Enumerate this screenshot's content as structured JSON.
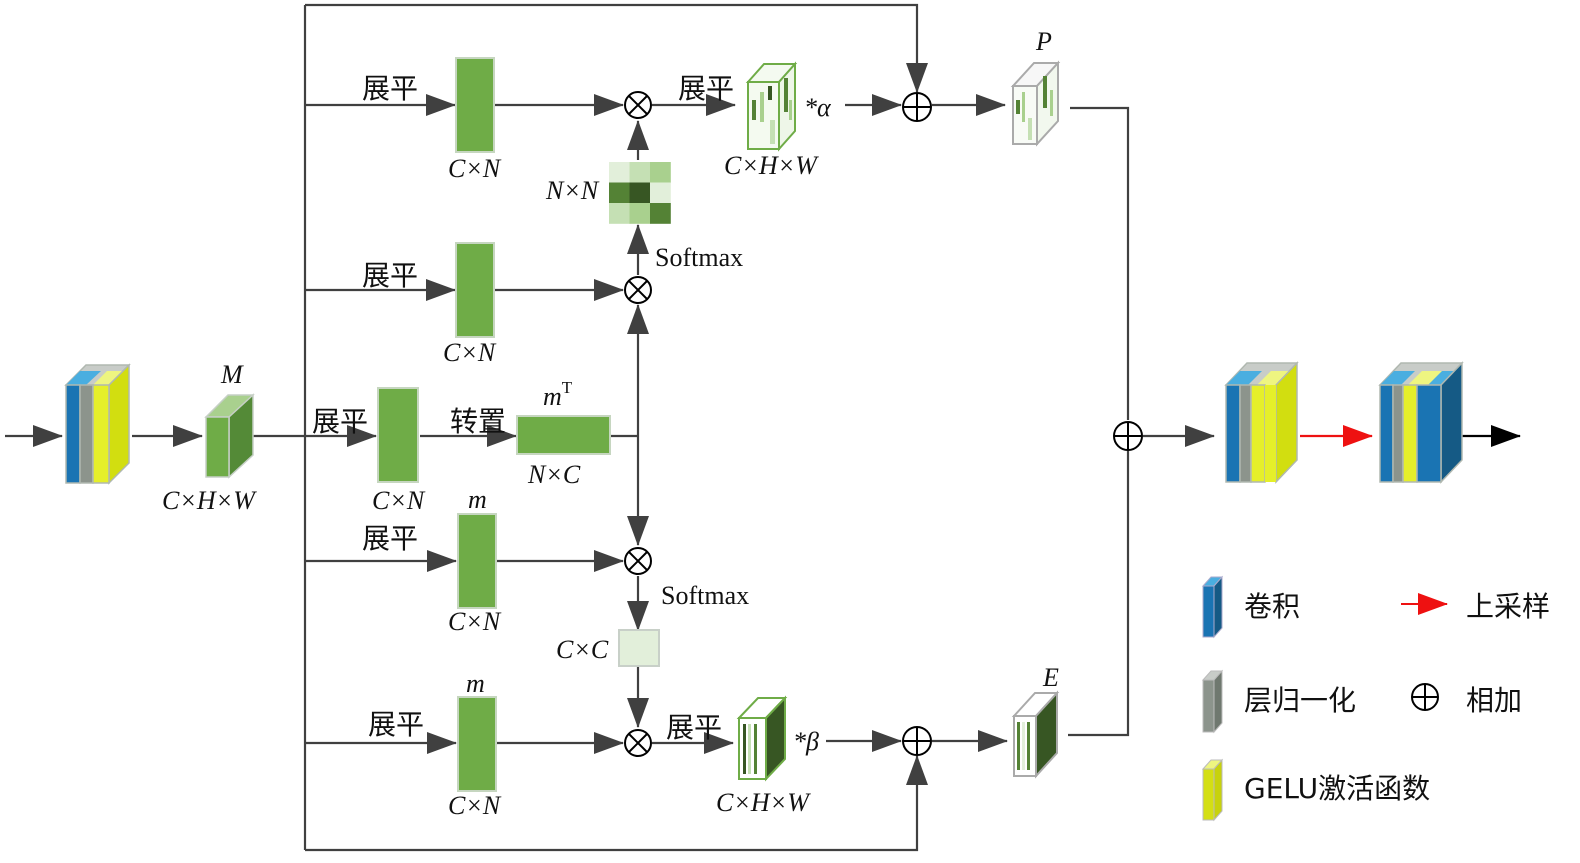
{
  "figure": {
    "type": "attention-module-architecture"
  },
  "labels": {
    "flatten": "展平",
    "transpose": "转置",
    "softmax": "Softmax",
    "M": "M",
    "P": "P",
    "E": "E",
    "m": "m",
    "mT_base": "m",
    "mT_sup": "T",
    "CxHxW": "C×H×W",
    "CxN": "C×N",
    "NxC": "N×C",
    "NxN": "N×N",
    "CxC": "C×C",
    "alpha": "*α",
    "beta": "*β"
  },
  "legend": {
    "items": [
      {
        "icon": "conv-block-icon",
        "label": "卷积",
        "color": "#1a6fa8"
      },
      {
        "icon": "layernorm-block-icon",
        "label": "层归一化",
        "color": "#8c948c"
      },
      {
        "icon": "gelu-block-icon",
        "label": "GELU激活函数",
        "color": "#d4df14"
      },
      {
        "icon": "red-arrow-icon",
        "label": "上采样",
        "color": "#ee1111"
      },
      {
        "icon": "add-circle-icon",
        "label": "相加",
        "color": "#111111"
      }
    ]
  },
  "colors": {
    "green": "#6fac47",
    "green_dark": "#548a37",
    "green_light": "#a9d08e",
    "blue": "#1a74b3",
    "blue_top": "#4aaee0",
    "blue_dark": "#155a85",
    "gray": "#8c948c",
    "yellow": "#e5ef2a",
    "yellow_side": "#d2de10",
    "line": "#404040",
    "upsample": "#ee1111"
  },
  "heatmap_nxn": [
    [
      "#e2efda",
      "#c5e0b4",
      "#a9d08e"
    ],
    [
      "#548235",
      "#375623",
      "#e2efda"
    ],
    [
      "#c5e0b4",
      "#a9d08e",
      "#548235"
    ]
  ]
}
